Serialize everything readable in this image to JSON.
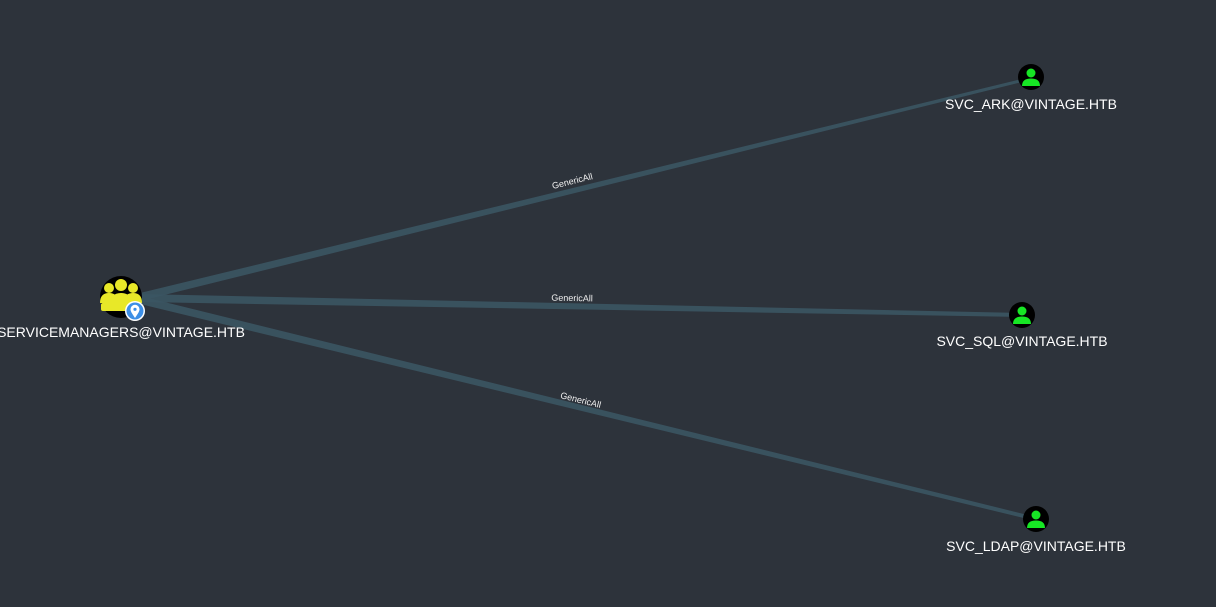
{
  "graph": {
    "nodes": [
      {
        "id": "servicemanagers",
        "label": "SERVICEMANAGERS@VINTAGE.HTB",
        "type": "group",
        "icon": "group-icon",
        "badge": "location-pin-icon",
        "icon_color": "#e8e828",
        "highlighted": true
      },
      {
        "id": "svc_ark",
        "label": "SVC_ARK@VINTAGE.HTB",
        "type": "user",
        "icon": "user-icon",
        "icon_color": "#17e625"
      },
      {
        "id": "svc_sql",
        "label": "SVC_SQL@VINTAGE.HTB",
        "type": "user",
        "icon": "user-icon",
        "icon_color": "#17e625"
      },
      {
        "id": "svc_ldap",
        "label": "SVC_LDAP@VINTAGE.HTB",
        "type": "user",
        "icon": "user-icon",
        "icon_color": "#17e625"
      }
    ],
    "edges": [
      {
        "source": "servicemanagers",
        "target": "svc_ark",
        "label": "GenericAll"
      },
      {
        "source": "servicemanagers",
        "target": "svc_sql",
        "label": "GenericAll"
      },
      {
        "source": "servicemanagers",
        "target": "svc_ldap",
        "label": "GenericAll"
      }
    ]
  },
  "colors": {
    "background": "#2d333b",
    "edge": "#3b5563",
    "group_icon": "#e8e828",
    "user_icon": "#17e625",
    "badge": "#3d8fe6"
  }
}
